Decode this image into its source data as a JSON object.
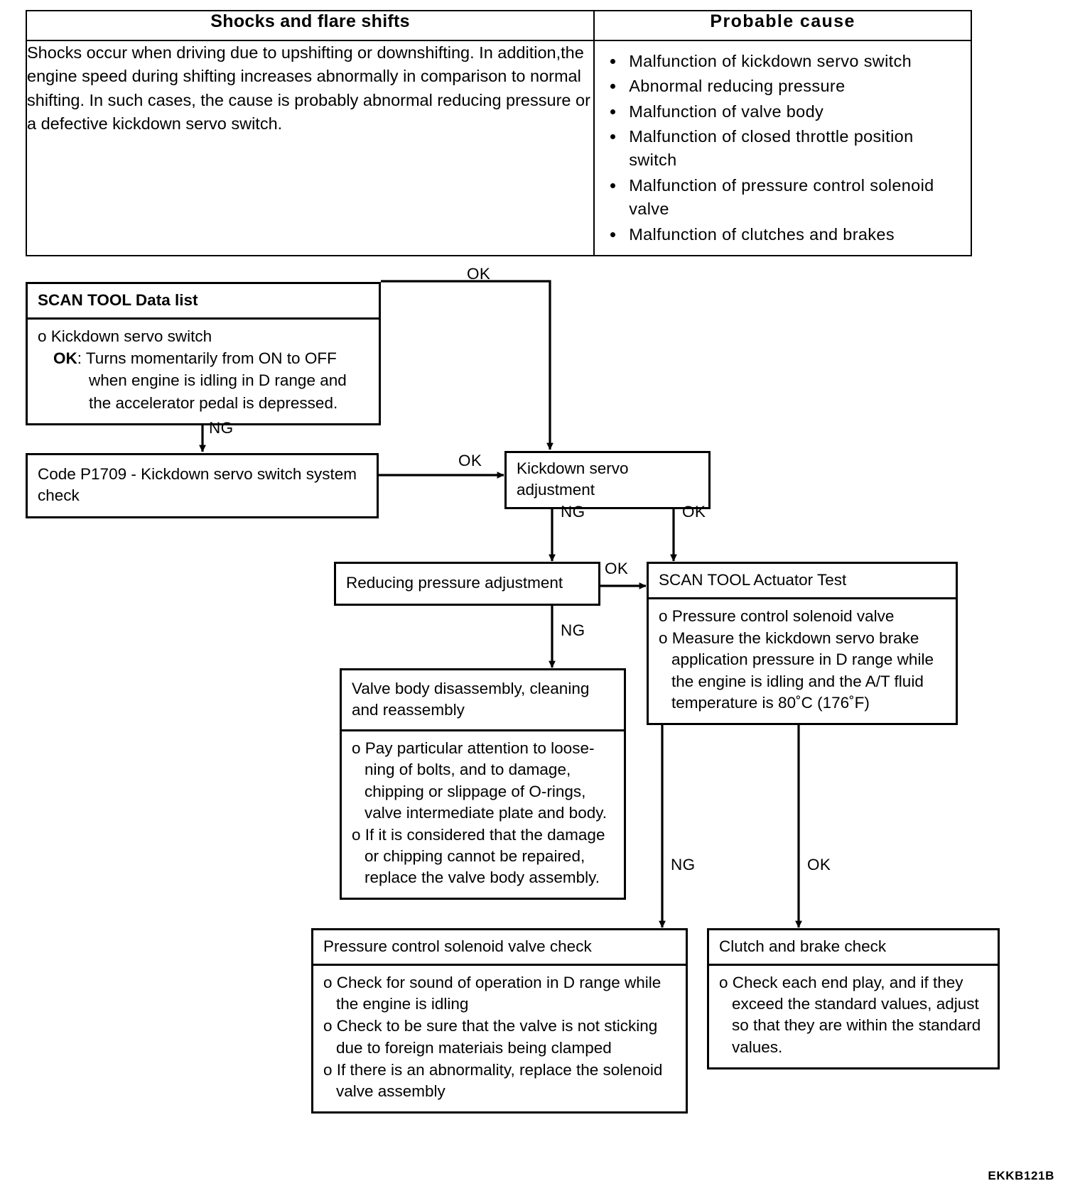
{
  "symptom_table": {
    "headers": [
      "Shocks and flare shifts",
      "Probable cause"
    ],
    "description": "Shocks occur when driving due to upshifting or downshifting.  In addition,the engine speed during shifting increases abnormally in comparison to normal shifting.  In such cases, the cause is probably abnormal reducing pressure or a defective kickdown servo switch.",
    "causes": [
      "Malfunction of kickdown servo switch",
      "Abnormal reducing pressure",
      "Malfunction of valve body",
      "Malfunction of closed throttle position switch",
      "Malfunction of pressure control solenoid valve",
      "Malfunction of clutches and brakes"
    ]
  },
  "flowchart": {
    "boxes": {
      "scan_tool_data_list": {
        "title": "SCAN TOOL Data list",
        "items": [
          "o Kickdown servo switch",
          "OK",
          ": Turns momentarily from ON to OFF",
          "when engine is idling in D range and",
          "the accelerator pedal is depressed."
        ]
      },
      "code_check": {
        "line1": "Code P1709  - Kickdown servo switch",
        "line2": "system check"
      },
      "kickdown_servo_adjustment": {
        "title": "Kickdown servo adjustment"
      },
      "reducing_pressure_adjustment": {
        "title": "Reducing pressure adjustment"
      },
      "scan_tool_actuator_test": {
        "title": "SCAN TOOL Actuator Test",
        "items": [
          "o Pressure control solenoid valve",
          "o Measure the kickdown servo brake\napplication pressure in D range while\nthe engine is idling and the A/T fluid\ntemperature is 80˚C (176˚F)"
        ]
      },
      "valve_body": {
        "title": "Valve body disassembly, cleaning\nand reassembly",
        "items": [
          "o Pay particular attention to loose-\nning of bolts, and to damage,\nchipping or slippage of O-rings,\nvalve intermediate plate and body.",
          "o If it is considered that the damage\nor chipping cannot be repaired,\nreplace the valve body assembly."
        ]
      },
      "pressure_control_solenoid_valve_check": {
        "title": "Pressure control solenoid valve check",
        "items": [
          "o Check for sound of operation in D range while\nthe engine is idling",
          "o Check to be sure that the valve is not sticking\ndue to foreign materiais being clamped",
          "o If there is an abnormality, replace the solenoid\nvalve assembly"
        ]
      },
      "clutch_brake_check": {
        "title": "Clutch and brake check",
        "items": [
          "o Check each end play, and if they\nexceed the standard values, adjust\nso that they are within the standard\nvalues."
        ]
      }
    },
    "edge_labels": {
      "datalist_to_adjustment": "OK",
      "datalist_to_code": "NG",
      "code_to_adjustment": "OK",
      "adjustment_to_reducing": "NG",
      "adjustment_to_actuator": "OK",
      "reducing_to_actuator": "OK",
      "reducing_to_valvebody": "NG",
      "actuator_to_solenoid": "NG",
      "actuator_to_clutch": "OK"
    }
  },
  "figure_code": "EKKB121B"
}
